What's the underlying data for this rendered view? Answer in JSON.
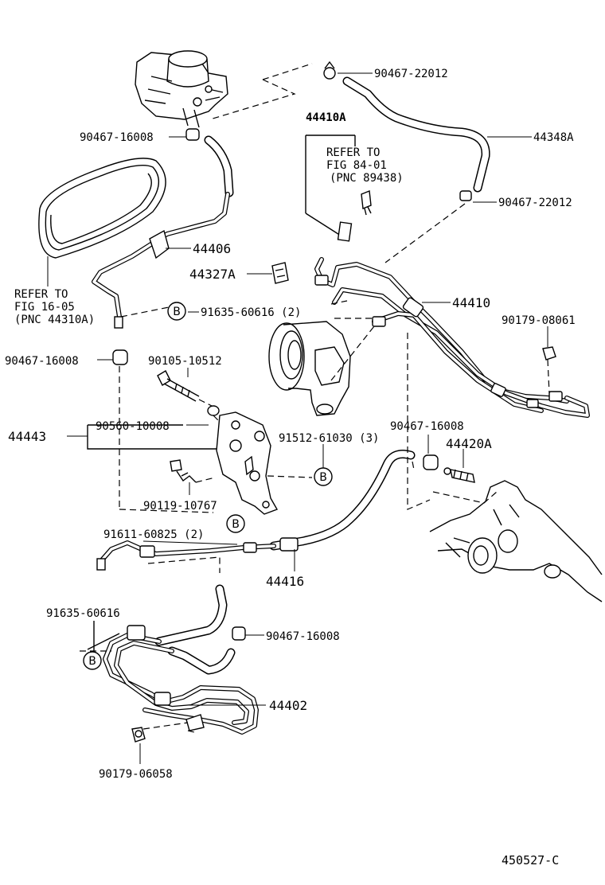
{
  "diagram_code": "450527-C",
  "callout_symbol": "B",
  "labels": {
    "p90467_22012_top": "90467-22012",
    "p44348A": "44348A",
    "p90467_22012_mid": "90467-22012",
    "p44410A": "44410A",
    "p90467_16008_tank": "90467-16008",
    "p44406": "44406",
    "p44327A": "44327A",
    "p44410": "44410",
    "p91635_60616_2": "91635-60616 (2)",
    "p90179_08061": "90179-08061",
    "p90467_16008_left": "90467-16008",
    "p90105_10512": "90105-10512",
    "p44443": "44443",
    "p90560_10008": "90560-10008",
    "p91512_61030_3": "91512-61030 (3)",
    "p90467_16008_right": "90467-16008",
    "p44420A": "44420A",
    "p90119_10767": "90119-10767",
    "p91611_60825_2": "91611-60825 (2)",
    "p44416": "44416",
    "p91635_60616": "91635-60616",
    "p90467_16008_bottom": "90467-16008",
    "p44402": "44402",
    "p90179_06058": "90179-06058"
  },
  "refer_notes": {
    "belt": [
      "REFER TO",
      "FIG 16-05",
      "(PNC 44310A)"
    ],
    "switch": [
      "REFER TO",
      "FIG 84-01",
      "(PNC 89438)"
    ]
  }
}
